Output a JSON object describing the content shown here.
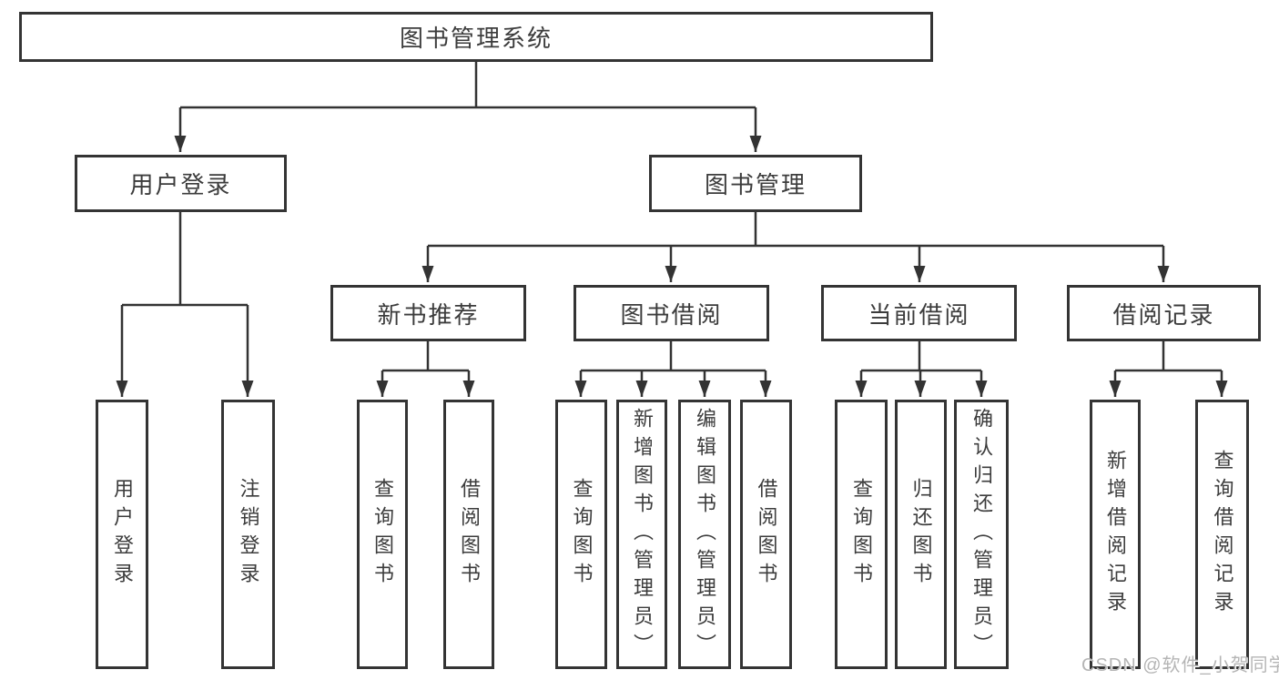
{
  "diagram": {
    "title": "图书管理系统",
    "branches": [
      {
        "label": "用户登录",
        "children": [
          {
            "label": "用户登录"
          },
          {
            "label": "注销登录"
          }
        ]
      },
      {
        "label": "图书管理",
        "children": [
          {
            "label": "新书推荐",
            "children": [
              {
                "label": "查询图书"
              },
              {
                "label": "借阅图书"
              }
            ]
          },
          {
            "label": "图书借阅",
            "children": [
              {
                "label": "查询图书"
              },
              {
                "label": "新增图书（管理员）"
              },
              {
                "label": "编辑图书（管理员）"
              },
              {
                "label": "借阅图书"
              }
            ]
          },
          {
            "label": "当前借阅",
            "children": [
              {
                "label": "查询图书"
              },
              {
                "label": "归还图书"
              },
              {
                "label": "确认归还（管理员）"
              }
            ]
          },
          {
            "label": "借阅记录",
            "children": [
              {
                "label": "新增借阅记录"
              },
              {
                "label": "查询借阅记录"
              }
            ]
          }
        ]
      }
    ]
  },
  "watermark": {
    "text": "CSDN @软件_小贺同学"
  },
  "colors": {
    "line": "#333333",
    "border": "#343434",
    "text": "#3c3c3c",
    "watermark": "#b5b5b5",
    "background": "#ffffff"
  }
}
